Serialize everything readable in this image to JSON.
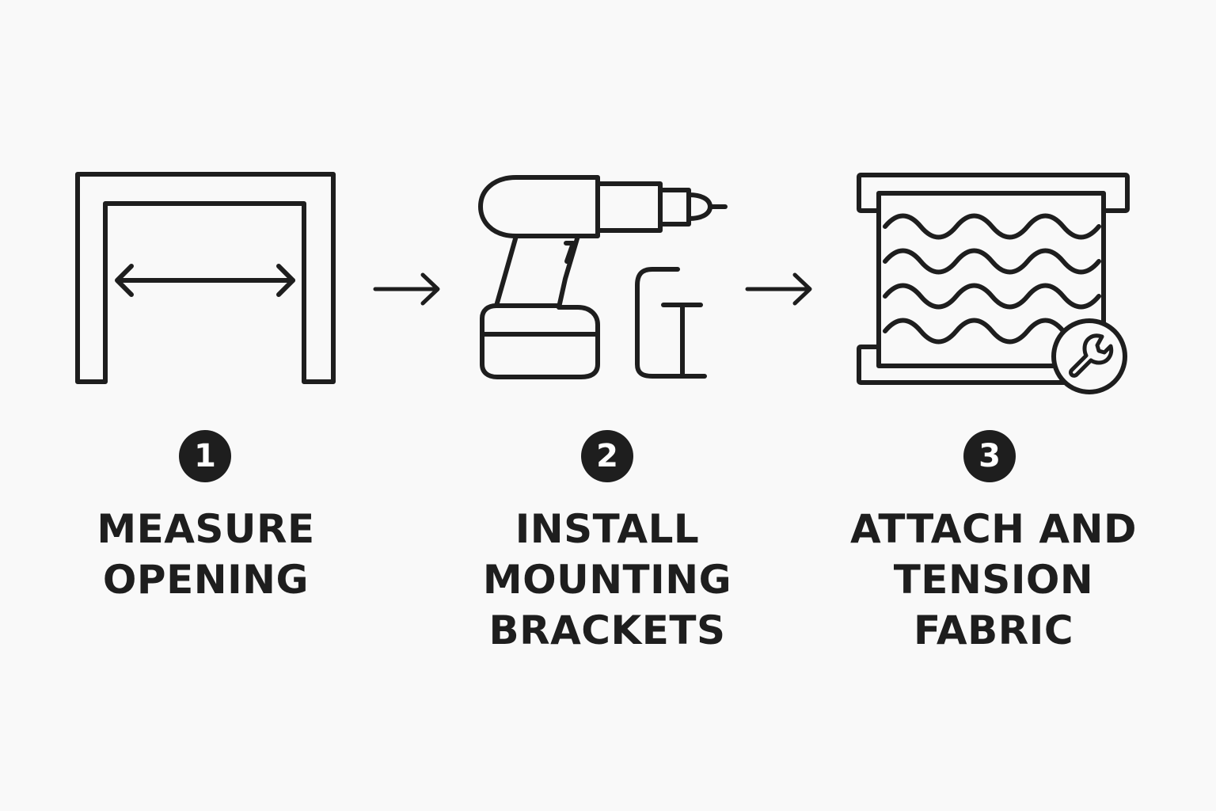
{
  "steps": [
    {
      "number": "1",
      "icon": "measure-opening-icon",
      "label_lines": [
        "MEASURE",
        "OPENING"
      ]
    },
    {
      "number": "2",
      "icon": "drill-bracket-icon",
      "label_lines": [
        "INSTALL",
        "MOUNTING",
        "BRACKETS"
      ]
    },
    {
      "number": "3",
      "icon": "fabric-shade-wrench-icon",
      "label_lines": [
        "ATTACH AND",
        "TENSION",
        "FABRIC"
      ]
    }
  ],
  "connectors": [
    "arrow-right-icon",
    "arrow-right-icon"
  ],
  "colors": {
    "ink": "#1e1e1e",
    "background": "#f9f9f9",
    "badge_text": "#ffffff"
  }
}
